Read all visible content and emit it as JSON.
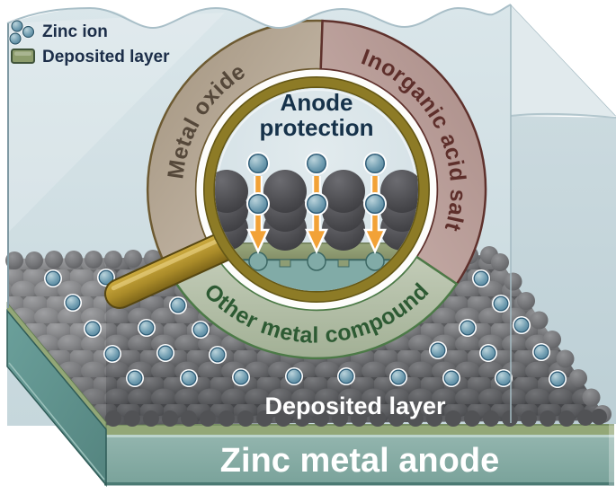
{
  "legend": {
    "items": [
      {
        "icon": "zinc-ion-cluster-icon",
        "label": "Zinc ion",
        "color": "#6f9cb0"
      },
      {
        "icon": "deposited-layer-swatch-icon",
        "label": "Deposited layer",
        "color": "#8c9c6c"
      }
    ]
  },
  "magnifier": {
    "icon": "magnifying-glass-icon",
    "title": {
      "line1": "Anode",
      "line2": "protection"
    },
    "segments": [
      {
        "label": "Metal oxide",
        "color": "#b5a693",
        "text_color": "#55483a"
      },
      {
        "label": "Inorganic acid salt",
        "color": "#b79a95",
        "text_color": "#5e2f2b"
      },
      {
        "label": "Other metal compound",
        "color": "#b3c0a6",
        "text_color": "#2d5a33"
      }
    ],
    "rim_color": "#8d7b26",
    "arrow_color": "#f2a237"
  },
  "scene": {
    "deposited_layer_label": "Deposited layer",
    "zinc_anode_label": "Zinc metal anode",
    "electrolyte_color": "#cfdde2",
    "deposited_layer_color": "#6a6b6e",
    "zinc_anode_color": "#85aaa3",
    "interface_layer_color": "#93a777",
    "zinc_ion_color": "#6f9cb0"
  }
}
